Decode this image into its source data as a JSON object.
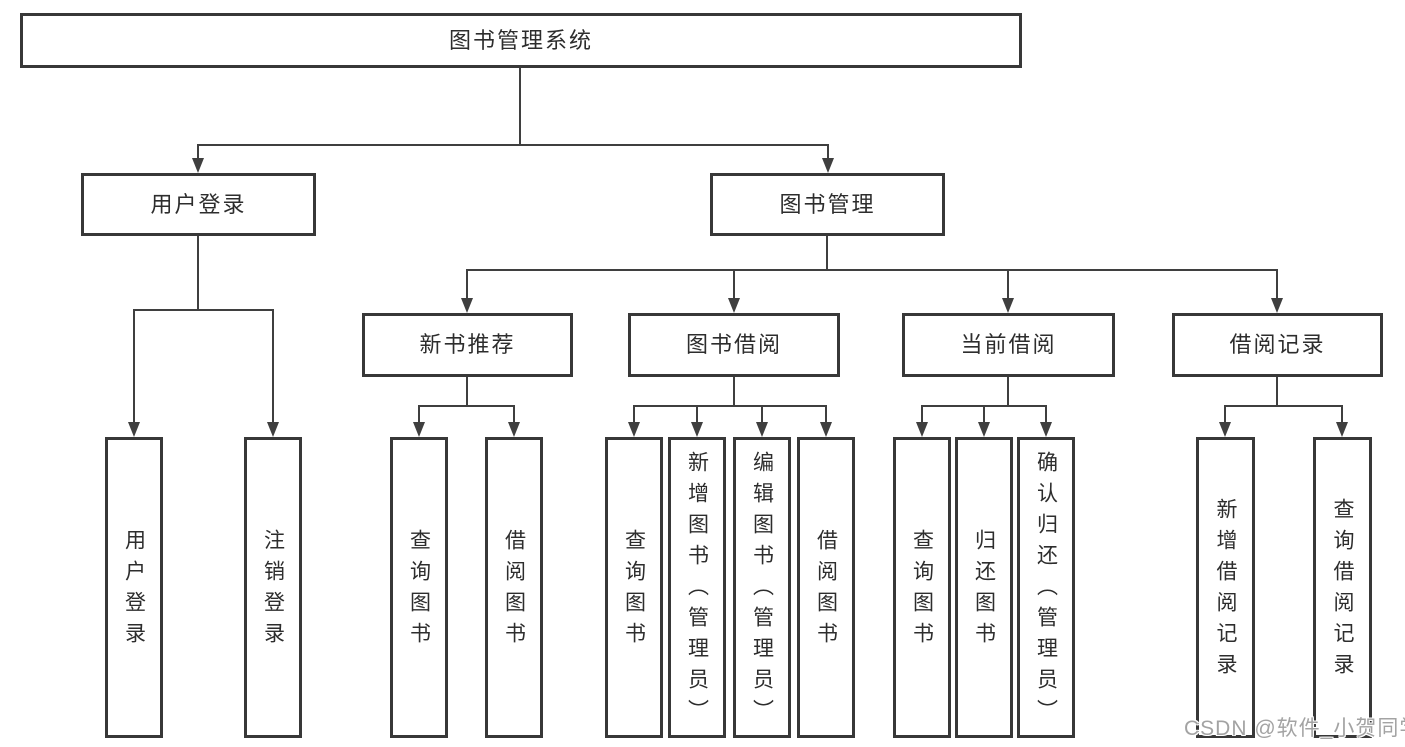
{
  "nodes": {
    "root": {
      "label": "图书管理系统"
    },
    "branches": [
      {
        "label": "用户登录"
      },
      {
        "label": "图书管理"
      }
    ],
    "sections": [
      {
        "label": "新书推荐"
      },
      {
        "label": "图书借阅"
      },
      {
        "label": "当前借阅"
      },
      {
        "label": "借阅记录"
      }
    ],
    "leaves": [
      {
        "label": "用户登录"
      },
      {
        "label": "注销登录"
      },
      {
        "label": "查询图书"
      },
      {
        "label": "借阅图书"
      },
      {
        "label": "查询图书"
      },
      {
        "label": "新增图书（管理员）"
      },
      {
        "label": "编辑图书（管理员）"
      },
      {
        "label": "借阅图书"
      },
      {
        "label": "查询图书"
      },
      {
        "label": "归还图书"
      },
      {
        "label": "确认归还（管理员）"
      },
      {
        "label": "新增借阅记录"
      },
      {
        "label": "查询借阅记录"
      }
    ]
  },
  "watermark": {
    "text": "CSDN @软件_小贺同学"
  },
  "colors": {
    "line": "#3f3f3f",
    "box_border": "#383838",
    "text": "#2d2d2d",
    "watermark": "#a3a3a3",
    "background": "#ffffff"
  }
}
